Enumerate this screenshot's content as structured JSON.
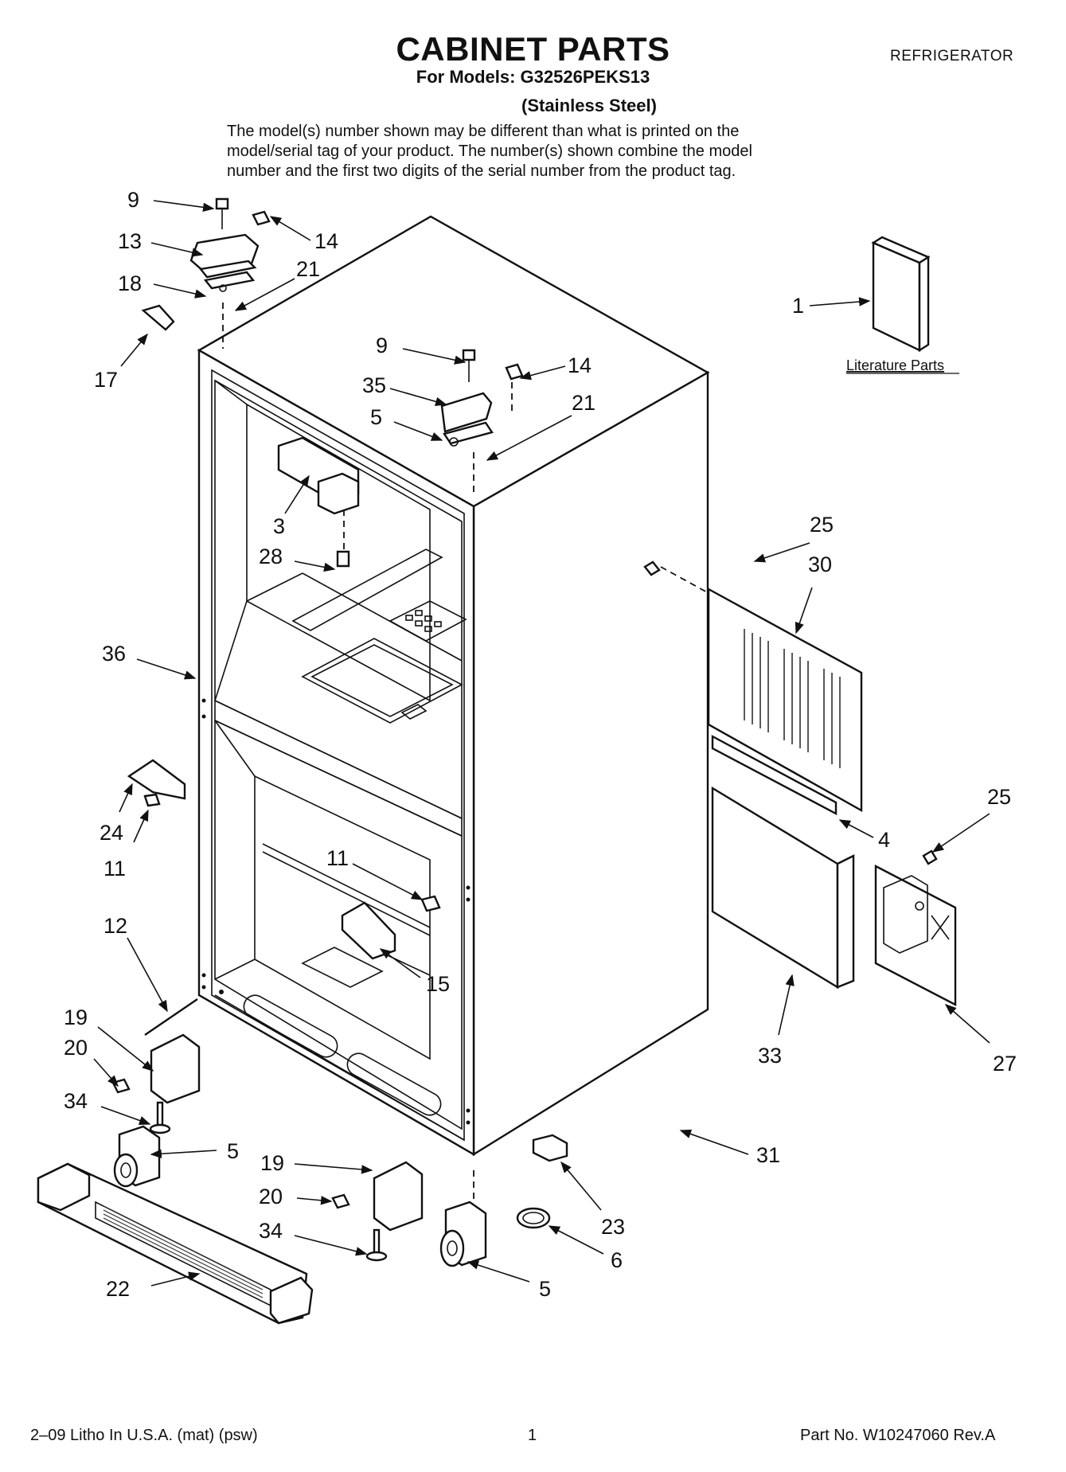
{
  "header": {
    "title": "CABINET PARTS",
    "models_line": "For Models: G32526PEKS13",
    "variant": "(Stainless Steel)",
    "category": "REFRIGERATOR",
    "note_lines": [
      "The model(s) number shown may be different than what is printed on the",
      "model/serial tag of your product. The number(s) shown combine the model",
      "number and the first two digits of the serial number from the product tag."
    ]
  },
  "literature": {
    "label": "Literature Parts"
  },
  "callouts": [
    {
      "id": "c1",
      "num": "9"
    },
    {
      "id": "c2",
      "num": "13"
    },
    {
      "id": "c3",
      "num": "14"
    },
    {
      "id": "c4",
      "num": "18"
    },
    {
      "id": "c5",
      "num": "21"
    },
    {
      "id": "c6",
      "num": "17"
    },
    {
      "id": "c7",
      "num": "9"
    },
    {
      "id": "c8",
      "num": "14"
    },
    {
      "id": "c9",
      "num": "35"
    },
    {
      "id": "c10",
      "num": "5"
    },
    {
      "id": "c11",
      "num": "21"
    },
    {
      "id": "c12",
      "num": "1"
    },
    {
      "id": "c13",
      "num": "3"
    },
    {
      "id": "c14",
      "num": "28"
    },
    {
      "id": "c15",
      "num": "25"
    },
    {
      "id": "c16",
      "num": "30"
    },
    {
      "id": "c17",
      "num": "36"
    },
    {
      "id": "c18",
      "num": "24"
    },
    {
      "id": "c19",
      "num": "11"
    },
    {
      "id": "c20",
      "num": "4"
    },
    {
      "id": "c21",
      "num": "25"
    },
    {
      "id": "c22",
      "num": "11"
    },
    {
      "id": "c23",
      "num": "12"
    },
    {
      "id": "c24",
      "num": "15"
    },
    {
      "id": "c25",
      "num": "19"
    },
    {
      "id": "c26",
      "num": "20"
    },
    {
      "id": "c27",
      "num": "34"
    },
    {
      "id": "c28",
      "num": "33"
    },
    {
      "id": "c29",
      "num": "27"
    },
    {
      "id": "c30",
      "num": "5"
    },
    {
      "id": "c31",
      "num": "19"
    },
    {
      "id": "c32",
      "num": "31"
    },
    {
      "id": "c33",
      "num": "20"
    },
    {
      "id": "c34",
      "num": "34"
    },
    {
      "id": "c35",
      "num": "23"
    },
    {
      "id": "c36",
      "num": "6"
    },
    {
      "id": "c37",
      "num": "22"
    },
    {
      "id": "c38",
      "num": "5"
    }
  ],
  "footer": {
    "left": "2–09 Litho In U.S.A. (mat) (psw)",
    "page": "1",
    "part": "Part No. W10247060 Rev.A"
  }
}
